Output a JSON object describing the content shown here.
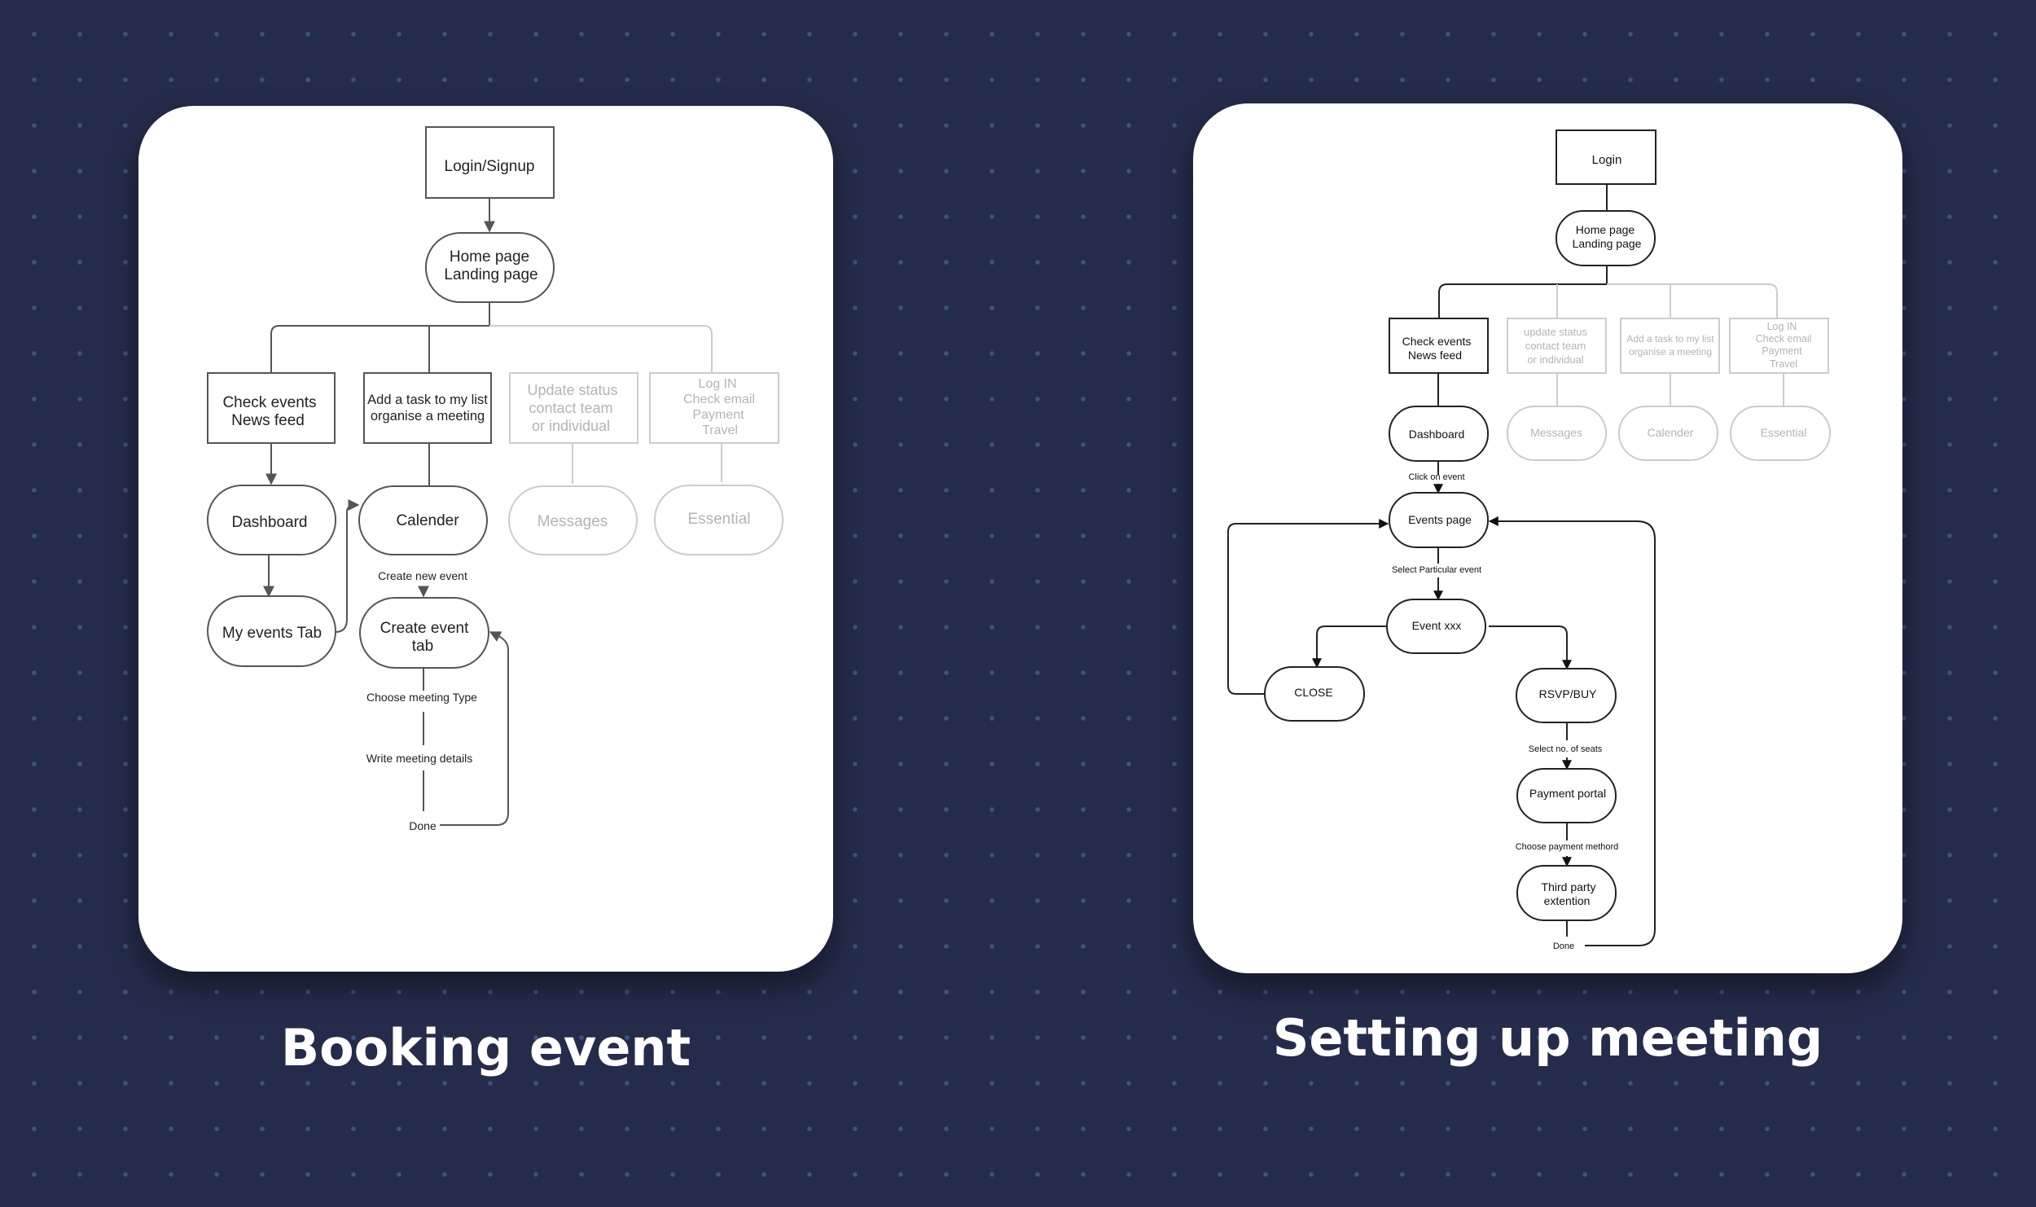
{
  "captions": {
    "left": "Booking event",
    "right": "Setting up meeting"
  },
  "left_diagram": {
    "login": "Login/Signup",
    "home_line1": "Home page",
    "home_line2": "Landing page",
    "check_events_line1": "Check events",
    "check_events_line2": "News feed",
    "add_task_line1": "Add a task to my list",
    "add_task_line2": "organise a meeting",
    "update_status_line1": "Update status",
    "update_status_line2": "contact team",
    "update_status_line3": "or individual",
    "login_menu_line1": "Log IN",
    "login_menu_line2": "Check email",
    "login_menu_line3": "Payment",
    "login_menu_line4": "Travel",
    "dashboard": "Dashboard",
    "calender": "Calender",
    "messages": "Messages",
    "essential": "Essential",
    "my_events_tab": "My events Tab",
    "create_new_event": "Create new event",
    "create_event_line1": "Create event",
    "create_event_line2": "tab",
    "choose_meeting_type": "Choose meeting  Type",
    "write_meeting_details": "Write meeting details",
    "done": "Done"
  },
  "right_diagram": {
    "login": "Login",
    "home_line1": "Home page",
    "home_line2": "Landing page",
    "check_events_line1": "Check events",
    "check_events_line2": "News feed",
    "update_status_line1": "update status",
    "update_status_line2": "contact team",
    "update_status_line3": "or individual",
    "add_task_line1": "Add a task to my list",
    "add_task_line2": "organise a meeting",
    "login_menu_line1": "Log IN",
    "login_menu_line2": "Check email",
    "login_menu_line3": "Payment",
    "login_menu_line4": "Travel",
    "dashboard": "Dashboard",
    "messages": "Messages",
    "calender": "Calender",
    "essential": "Essential",
    "click_on_event": "Click on event",
    "events_page": "Events page",
    "select_particular_event": "Select Particular event",
    "event_xxx": "Event xxx",
    "close": "CLOSE",
    "rsvp_buy": "RSVP/BUY",
    "select_no_of_seats": "Select no. of seats",
    "payment_portal": "Payment portal",
    "choose_payment_method": "Choose payment methord",
    "third_party_line1": "Third party",
    "third_party_line2": "extention",
    "done": "Done"
  },
  "colors": {
    "background": "#252c4b",
    "card": "#ffffff",
    "active_stroke": "#333333",
    "faded_stroke": "#c8c8c8",
    "faded_text": "#b4b4b4",
    "caption": "#ffffff"
  }
}
